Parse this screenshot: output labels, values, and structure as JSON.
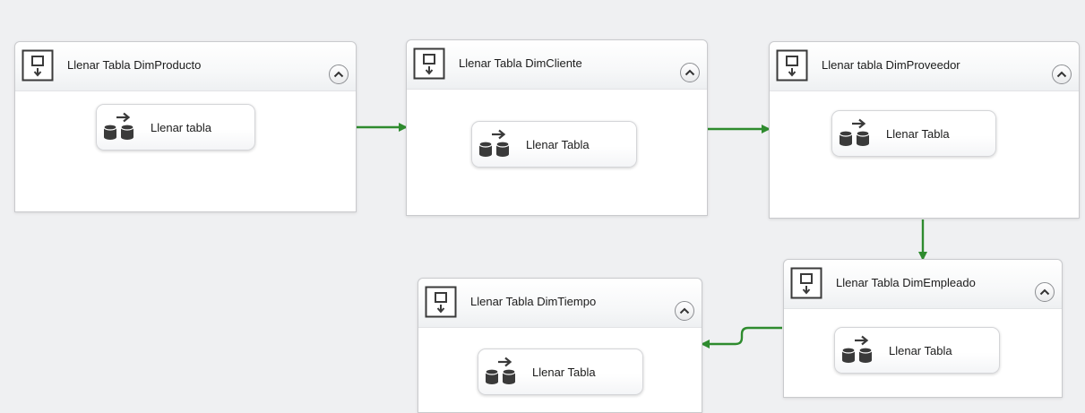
{
  "containers": [
    {
      "title": "Llenar Tabla DimProducto",
      "task_label": "Llenar tabla"
    },
    {
      "title": "Llenar Tabla DimCliente",
      "task_label": "Llenar Tabla"
    },
    {
      "title": "Llenar tabla DimProveedor",
      "task_label": "Llenar Tabla"
    },
    {
      "title": "Llenar Tabla DimEmpleado",
      "task_label": "Llenar Tabla"
    },
    {
      "title": "Llenar Tabla DimTiempo",
      "task_label": "Llenar Tabla"
    }
  ],
  "icons": {
    "container": "sequence-container-icon",
    "task": "data-flow-task-icon",
    "collapse": "collapse-chevron-icon"
  },
  "colors": {
    "canvas": "#eff0f2",
    "precedence_success": "#2e8b2e",
    "icon_dark": "#3a3a3a"
  }
}
